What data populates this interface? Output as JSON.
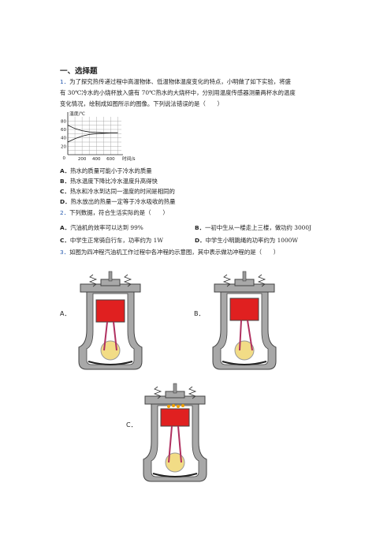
{
  "section": {
    "title": "一、选择题"
  },
  "q1": {
    "num": "1．",
    "line1": "为了探究热传递过程中高温物体、低温物体温度变化的特点，小明做了如下实验，将盛",
    "line2": "有 30℃冷水的小烧杯放入盛有 70℃热水的大烧杯中，分别用温度传感器测量两杯水的温度",
    "line3": "变化情况，绘制成如图所示的图像。下列说法错误的是（　　）",
    "options": [
      {
        "label": "A．",
        "text": "热水的质量可能小于冷水的质量"
      },
      {
        "label": "B．",
        "text": "热水温度下降比冷水温度升高得快"
      },
      {
        "label": "C．",
        "text": "热水和冷水到达同一温度的时间是相同的"
      },
      {
        "label": "D．",
        "text": "热水放出的热量一定等于冷水吸收的热量"
      }
    ]
  },
  "chart_data": {
    "type": "line",
    "ylabel": "温度/℃",
    "xlabel": "时间/s",
    "origin_label": "0",
    "xlim": [
      0,
      750
    ],
    "ylim": [
      0,
      90
    ],
    "xticks": [
      200,
      400,
      600
    ],
    "yticks": [
      20,
      40,
      60,
      80
    ],
    "grid": true,
    "series": [
      {
        "x": [
          0,
          100,
          200,
          300,
          400,
          500,
          600,
          700
        ],
        "y": [
          70,
          62,
          57,
          54,
          53,
          52,
          52,
          52
        ]
      },
      {
        "x": [
          0,
          100,
          200,
          300,
          400,
          500,
          600,
          700
        ],
        "y": [
          30,
          38,
          44,
          48,
          50,
          51,
          52,
          52
        ]
      }
    ]
  },
  "q2": {
    "num": "2．",
    "text": "下列数据，符合生活实际的是（　　）",
    "options": [
      {
        "label": "A．",
        "text": "汽油机的效率可以达到 99%"
      },
      {
        "label": "B．",
        "text": "一初中生从一楼走上三楼，做功约 3000J"
      },
      {
        "label": "C．",
        "text": "中学生正常骑自行车，功率约为 1W"
      },
      {
        "label": "D．",
        "text": "中学生小明跳绳的功率约为 1000W"
      }
    ]
  },
  "q3": {
    "num": "3．",
    "text": "如图为四冲程汽油机工作过程中各冲程的示意图，其中表示做功冲程的是（　　）",
    "labels": {
      "a": "A．",
      "b": "B．",
      "c": "C．"
    }
  },
  "colors": {
    "number_blue": "#2a5db0",
    "piston_red": "#e02020",
    "engine_gray": "#a8a8a8",
    "crank_yellow": "#f2dc86"
  }
}
